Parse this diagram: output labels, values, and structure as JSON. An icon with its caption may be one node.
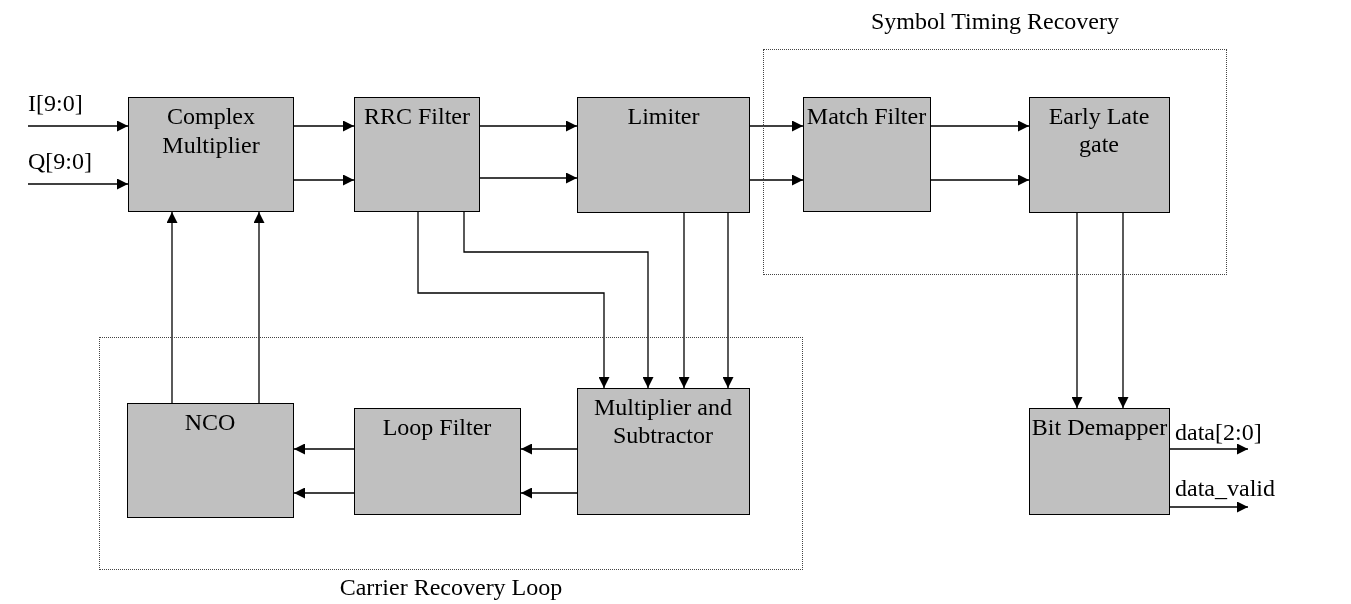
{
  "diagram": {
    "nodes": [
      {
        "text": [
          "I[9:0]"
        ]
      },
      {
        "text": [
          "Q[9:0]"
        ]
      },
      {
        "text": [
          "Complex Multiplier"
        ]
      },
      {
        "text": [
          "RRC Filter"
        ]
      },
      {
        "text": [
          "Limiter"
        ]
      },
      {
        "text": [
          "Symbol Timing Recovery"
        ]
      },
      {
        "text": [
          "Match Filter"
        ],
        "in": 5
      },
      {
        "text": [
          "Early Late gate"
        ],
        "in": 5
      },
      {
        "text": [
          "Carrier Recovery Loop"
        ]
      },
      {
        "text": [
          "NCO"
        ],
        "in": 8
      },
      {
        "text": [
          "Loop Filter"
        ],
        "in": 8
      },
      {
        "text": [
          "Multiplier and Subtractor"
        ],
        "in": 8
      },
      {
        "text": [
          "Bit Demapper"
        ]
      },
      {
        "text": [
          "data[2:0]"
        ]
      },
      {
        "text": [
          "data_valid"
        ]
      }
    ],
    "edges": [
      {
        "from": 0,
        "to": 2,
        "arrow": "to"
      },
      {
        "from": 1,
        "to": 2,
        "arrow": "to"
      },
      {
        "from": 2,
        "to": 3,
        "arrow": "to"
      },
      {
        "from": 2,
        "to": 3,
        "arrow": "to"
      },
      {
        "from": 3,
        "to": 4,
        "arrow": "to"
      },
      {
        "from": 3,
        "to": 4,
        "arrow": "to"
      },
      {
        "from": 4,
        "to": 6,
        "arrow": "to"
      },
      {
        "from": 4,
        "to": 6,
        "arrow": "to"
      },
      {
        "from": 6,
        "to": 7,
        "arrow": "to"
      },
      {
        "from": 6,
        "to": 7,
        "arrow": "to"
      },
      {
        "from": 3,
        "to": 11,
        "arrow": "to"
      },
      {
        "from": 3,
        "to": 11,
        "arrow": "to"
      },
      {
        "from": 4,
        "to": 11,
        "arrow": "to"
      },
      {
        "from": 4,
        "to": 11,
        "arrow": "to"
      },
      {
        "from": 7,
        "to": 12,
        "arrow": "to"
      },
      {
        "from": 7,
        "to": 12,
        "arrow": "to"
      },
      {
        "from": 11,
        "to": 10,
        "arrow": "to"
      },
      {
        "from": 11,
        "to": 10,
        "arrow": "to"
      },
      {
        "from": 10,
        "to": 9,
        "arrow": "to"
      },
      {
        "from": 10,
        "to": 9,
        "arrow": "to"
      },
      {
        "from": 9,
        "to": 2,
        "arrow": "to"
      },
      {
        "from": 9,
        "to": 2,
        "arrow": "to"
      },
      {
        "from": 12,
        "to": 13,
        "arrow": "to"
      },
      {
        "from": 12,
        "to": 14,
        "arrow": "to"
      }
    ]
  }
}
